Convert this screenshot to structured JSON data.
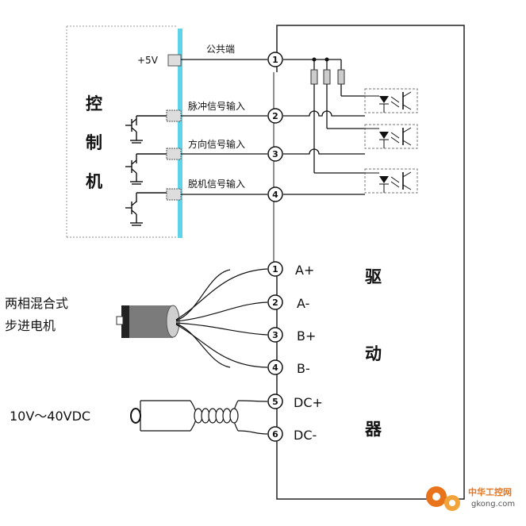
{
  "controller": {
    "title_chars": [
      "控",
      "制",
      "机"
    ],
    "supply_label": "+5V"
  },
  "driver": {
    "title_chars": [
      "驱",
      "动",
      "器"
    ]
  },
  "signals": [
    {
      "pin": "1",
      "label": "公共端"
    },
    {
      "pin": "2",
      "label": "脉冲信号输入"
    },
    {
      "pin": "3",
      "label": "方向信号输入"
    },
    {
      "pin": "4",
      "label": "脱机信号输入"
    }
  ],
  "motor_terminals": [
    {
      "pin": "1",
      "label": "A+"
    },
    {
      "pin": "2",
      "label": "A-"
    },
    {
      "pin": "3",
      "label": "B+"
    },
    {
      "pin": "4",
      "label": "B-"
    }
  ],
  "power_terminals": [
    {
      "pin": "5",
      "label": "DC+"
    },
    {
      "pin": "6",
      "label": "DC-"
    }
  ],
  "motor": {
    "label_line1": "两相混合式",
    "label_line2": "步进电机"
  },
  "power_supply": {
    "label": "10V～40VDC"
  },
  "watermark": {
    "site_cn": "中华工控网",
    "site_url": "gkong.com",
    "brand_color": "#e8731a"
  }
}
